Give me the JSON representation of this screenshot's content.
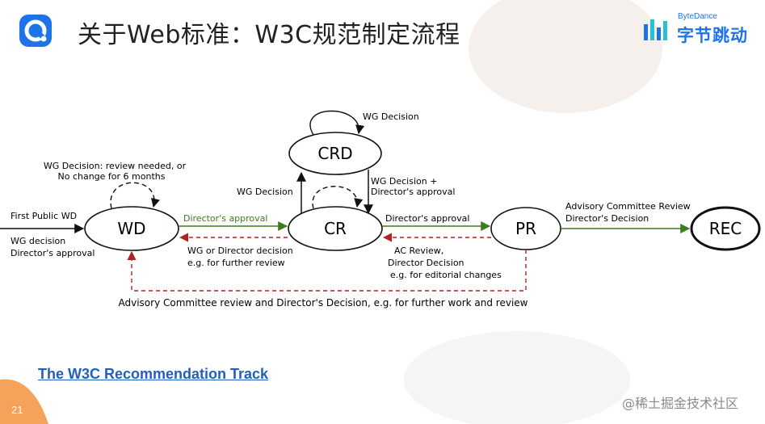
{
  "slide": {
    "title": "关于Web标准：W3C规范制定流程",
    "brand_small": "ByteDance",
    "brand_big": "字节跳动",
    "link_text": "The W3C Recommendation Track",
    "page_number": "21",
    "credit": "@稀土掘金技术社区"
  },
  "diagram": {
    "nodes": {
      "wd": "WD",
      "cr": "CR",
      "crd": "CRD",
      "pr": "PR",
      "rec": "REC"
    },
    "labels": {
      "wd_loop_1": "WG Decision: review needed, or",
      "wd_loop_2": "No change for 6 months",
      "first_public": "First Public WD",
      "wg_decision_1": "WG decision",
      "directors_approval_1": "Director's approval",
      "wd_to_cr": "Director's approval",
      "cr_to_wd_1": "WG or Director decision",
      "cr_to_wd_2": "e.g. for further review",
      "crd_loop": "WG Decision",
      "cr_to_crd": "WG Decision",
      "crd_to_cr_1": "WG Decision +",
      "crd_to_cr_2": "Director's approval",
      "cr_to_pr": "Director's approval",
      "pr_to_cr_1": "AC Review,",
      "pr_to_cr_2": "Director Decision",
      "pr_to_cr_3": "e.g. for editorial changes",
      "pr_to_rec_1": "Advisory Committee Review",
      "pr_to_rec_2": "Director's Decision",
      "pr_to_wd": "Advisory Committee review and Director's Decision, e.g. for further work and review"
    },
    "colors": {
      "forward": "#3a7d1e",
      "backward": "#b22222",
      "ink": "#111111"
    }
  }
}
